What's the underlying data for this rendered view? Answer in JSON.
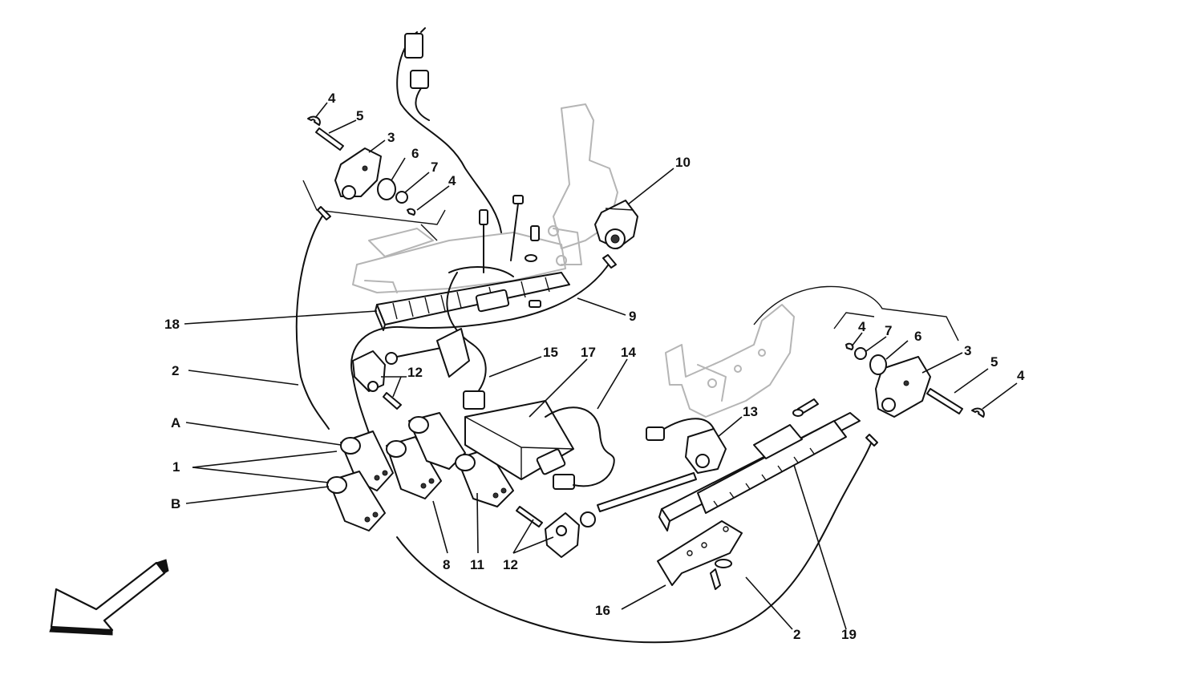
{
  "callouts": {
    "c1": "1",
    "c2a": "2",
    "c2b": "2",
    "c3a": "3",
    "c3b": "3",
    "c4a": "4",
    "c4b": "4",
    "c4c": "4",
    "c4d": "4",
    "c5a": "5",
    "c5b": "5",
    "c6a": "6",
    "c6b": "6",
    "c7a": "7",
    "c7b": "7",
    "c8": "8",
    "c9": "9",
    "c10": "10",
    "c11": "11",
    "c12a": "12",
    "c12b": "12",
    "c13": "13",
    "c14": "14",
    "c15": "15",
    "c16": "16",
    "c17": "17",
    "c18": "18",
    "c19": "19",
    "cA": "A",
    "cB": "B"
  },
  "orientation_arrow": {
    "icon": "direction-arrow-icon"
  }
}
